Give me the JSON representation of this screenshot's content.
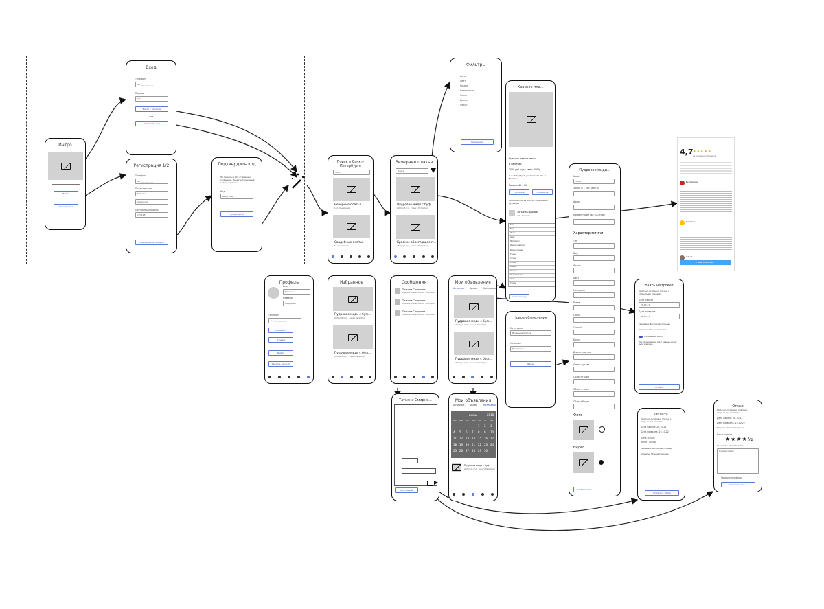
{
  "intro": {
    "title": "Интро",
    "login": "Войти",
    "register": "Регистрация"
  },
  "login": {
    "title": "Вход",
    "phone_label": "Телефон",
    "phone_value": "+7 ___ ___ __ __",
    "password_label": "Пароль",
    "password_value": "*** ___",
    "submit": "Войти с паролем",
    "or": "или",
    "sms": "Отправить код"
  },
  "register": {
    "title": "Регистрация 1/2",
    "phone_label": "Телефон",
    "phone_value": "+7 ___ ___ __ __",
    "name_label": "Представьтесь",
    "name_value": "Татьяна",
    "surname_value": "Смирнова",
    "password_label": "Постоянный пароль",
    "password_value": "123123",
    "submit": "Подтвердить телефон"
  },
  "confirm": {
    "title": "Подтвердить код",
    "text": "На телефон +XXX отправлено сообщение. Введите полученный код из этого окна.",
    "code_label": "Код",
    "code_value": "Ввод кода",
    "submit": "Продолжить"
  },
  "search": {
    "title": "Поиск в Санкт-Петербурге",
    "search_placeholder": "Поиск",
    "item1": "Вечерние платья",
    "item1_sub": "142 объявления",
    "item2": "Свадебные платья",
    "item2_sub": "64 объявления"
  },
  "evening": {
    "title": "Вечерние платья",
    "search_placeholder": "Поиск",
    "item1": "Пудровое миди с буф...",
    "item1_sub": "2000 руб./сут. · Санкт-Петербург",
    "item2": "Красное облегающее п...",
    "item2_sub": "2500 руб./сут. · Санкт-Петербург"
  },
  "filters": {
    "title": "Фильтры",
    "items": [
      "Цена",
      "Цвет",
      "Размер",
      "Назначение",
      "Ткань",
      "Бренд",
      "Фасон"
    ],
    "apply": "Применить"
  },
  "detail": {
    "title": "Красное пла...",
    "name": "Красное платье макси",
    "size": "В наличии",
    "price": "2000 руб./сут.; залог 5000р",
    "address": "г. С-Петербург, ул. Садовая, 45, м. Ветеран",
    "dim": "Размер: 42 – 44",
    "btn_write": "Написать",
    "btn_call": "Позвонить",
    "desc": "Красное платье макси ... длинными рукавами",
    "seller": "Татьяна Смирнова",
    "seller_sub": "4.9 · 2 отзыва",
    "params": [
      "Тип",
      "Вид",
      "Фасон",
      "Цвет",
      "Материал",
      "Длина изделия",
      "Длина рукава",
      "Ткань",
      "Стиль",
      "Сезон",
      "Бренд",
      "Размер",
      "Подходит для",
      "Цвет",
      "Стиль"
    ],
    "btn_bottom": "Снять аренду"
  },
  "reviews": {
    "score": "4,7",
    "count": "на основании 60 оценок",
    "user1": "Екатерина",
    "user2": "Наталья",
    "user3": "Ольга",
    "write": "Написать отзыв"
  },
  "profile": {
    "title": "Профиль",
    "name_label": "Имя",
    "name_value": "Татьяна",
    "surname_label": "Фамилия",
    "surname_value": "Смирнова",
    "phone_label": "Телефон",
    "phone_value": "+7 ___ ___ __ __",
    "btn_save": "Сохранить",
    "btn_reviews": "Отзывы",
    "btn_logout": "Выйти",
    "btn_delete": "Удалить аккаунт"
  },
  "favorites": {
    "title": "Избранное",
    "item1": "Пудровое миди с буф...",
    "item1_sub": "2000 руб./сут. · Санкт-Петербург",
    "item2": "Пудровое миди с буф...",
    "item2_sub": "2000 руб./сут. · Санкт-Петербург"
  },
  "messages": {
    "title": "Сообщения",
    "rows": [
      "Татьяна Смирнова",
      "Татьяна Смирнова",
      "Татьяна Смирнова"
    ],
    "row_sub": "Красное платье макси · 10.10.2022"
  },
  "my_ads": {
    "title": "Мои объявления",
    "tabs": [
      "Активные",
      "Архив",
      "Календарь"
    ],
    "item1": "Пудровое миди с буф...",
    "item1_sub": "2000 руб./сут. · Санкт-Петербург",
    "item2": "Пудровое миди с буф...",
    "item2_sub": "2000 руб./сут. · Санкт-Петербург"
  },
  "new_ad": {
    "title": "Новое объявление",
    "category_label": "Категория",
    "category_value": "Вечерние платья",
    "name_label": "Название",
    "name_value": "Ввод имени",
    "next": "Далее"
  },
  "edit_ad": {
    "title": "Пудровое миди...",
    "price_label": "Цена",
    "price_value": "Залог",
    "deposit_label": "Залог (Б – Без залога)",
    "address_label": "Адрес",
    "desc_label": "Комментарии (до 500 слов)",
    "chars_title": "Характеристики",
    "fields": [
      "Тип",
      "Вид",
      "Фасон",
      "Цвет",
      "Материал",
      "Рукав",
      "Стиль",
      "С какой",
      "Бренд",
      "Длина изделия",
      "Длина рукава",
      "Обхват груди",
      "Обхват талии",
      "Обхват бедер"
    ],
    "photo": "Фото",
    "video": "Видео",
    "save": "Опубликовать"
  },
  "rent": {
    "title": "Взять напрокат",
    "sub": "Молочно-пудровое платье с открытыми плечами",
    "date_from_label": "Дата начала",
    "date_from": "20.10.22",
    "date_to_label": "Дата возврата",
    "date_to": "25.10.22",
    "pickup": "Самовывоз: Балканская площадь",
    "owner": "Владелец: Татьяна Смирнова",
    "agree": "Страхование залога",
    "note": "При бронировании залог за вещь может быть удержан...",
    "btn": "Оплата"
  },
  "payment": {
    "title": "Оплата",
    "sub": "Молочно-пудровое платье с открытыми плечами",
    "date_from": "Дата начала: 20.10.22",
    "date_to": "Дата возврата: 25.10.22",
    "price": "Цена: 5000р",
    "deposit": "Залог: 5000р",
    "pickup": "Самовывоз: Балканская площадь",
    "owner": "Владелец: Татьяна Смирнова",
    "btn": "Оплатить 1000р"
  },
  "review": {
    "title": "Отзыв",
    "sub": "Молочно-пудровое платье с открытыми плечами",
    "date_from": "Дата начала: 20.10.22",
    "date_to": "Дата возврата: 25.10.22",
    "owner": "Владелец: Татьяна Смирнова",
    "rating_label": "Ваша оценка",
    "stars": "★★★★½",
    "comment_label": "Поделитесь впечатлениями",
    "comment_value": "Комментарий",
    "photo_label": "Прикрепить фото",
    "btn": "Оставить отзыв"
  },
  "chat": {
    "title": "Татьяна Смирно...",
    "btn": "Мои заказы"
  },
  "calendar": {
    "title": "Мои объявления",
    "tabs": [
      "Активные",
      "Архив",
      "Календарь"
    ],
    "month": "июнь",
    "year": "2018",
    "days": [
      "Sun",
      "Mon",
      "Tue",
      "Wed",
      "Thu",
      "Fri",
      "Sat"
    ],
    "dates": [
      "1",
      "2",
      "3",
      "4",
      "5",
      "6",
      "7",
      "8",
      "9",
      "10",
      "11",
      "12",
      "13",
      "14",
      "15",
      "16",
      "17",
      "18",
      "19",
      "20",
      "21",
      "22",
      "23",
      "24",
      "25",
      "26",
      "27",
      "28",
      "29",
      "30"
    ],
    "item": "Пудровое миди с буф...",
    "item_sub": "2000 руб./сут. · Санкт-Петербург"
  }
}
